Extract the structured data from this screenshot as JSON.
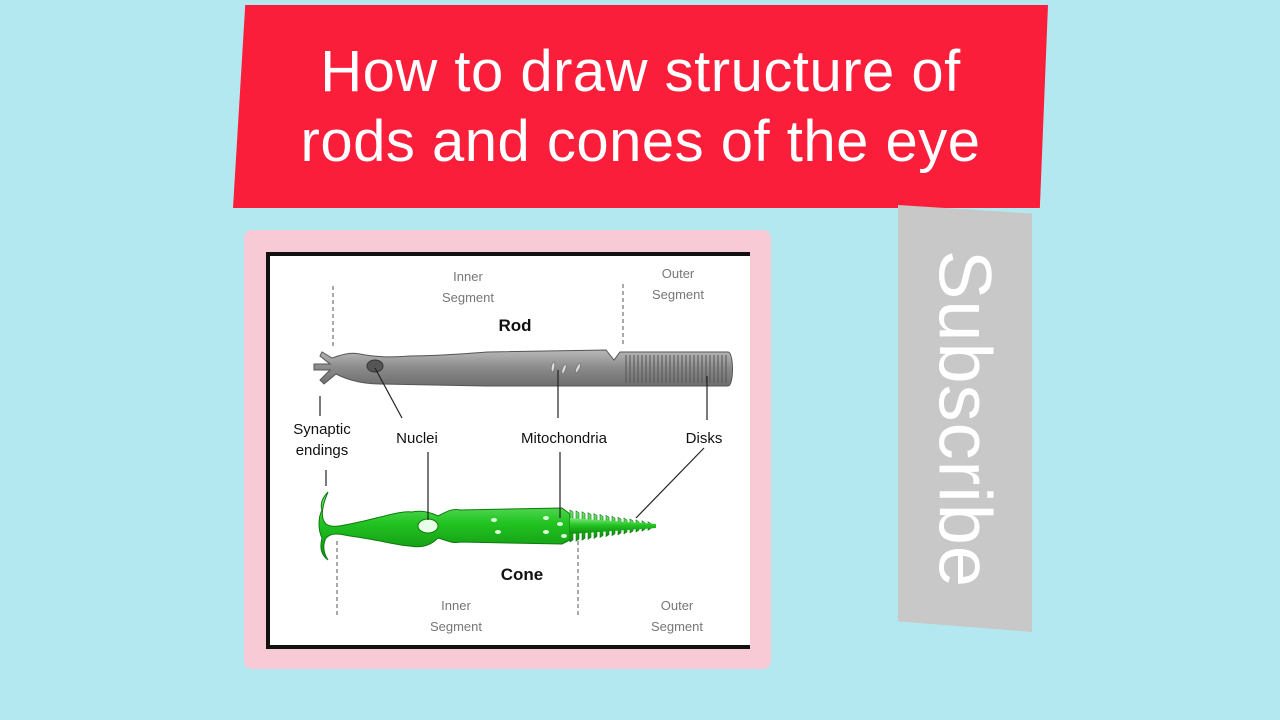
{
  "title": {
    "line1": "How to draw structure of",
    "line2": "rods and cones of the eye"
  },
  "subscribe": {
    "label": "Subscribe"
  },
  "diagram": {
    "top_inner_segment": [
      "Inner",
      "Segment"
    ],
    "top_outer_segment": [
      "Outer",
      "Segment"
    ],
    "bottom_inner_segment": [
      "Inner",
      "Segment"
    ],
    "bottom_outer_segment": [
      "Outer",
      "Segment"
    ],
    "rod_label": "Rod",
    "cone_label": "Cone",
    "synaptic_endings": [
      "Synaptic",
      "endings"
    ],
    "nuclei": "Nuclei",
    "mitochondria": "Mitochondria",
    "disks": "Disks"
  },
  "colors": {
    "background": "#b3e8f0",
    "banner": "#fa1e3a",
    "frame": "#f7cad5",
    "subscribe_bg": "#c8c8c8",
    "rod": "#8a8a8a",
    "cone": "#22c422"
  }
}
